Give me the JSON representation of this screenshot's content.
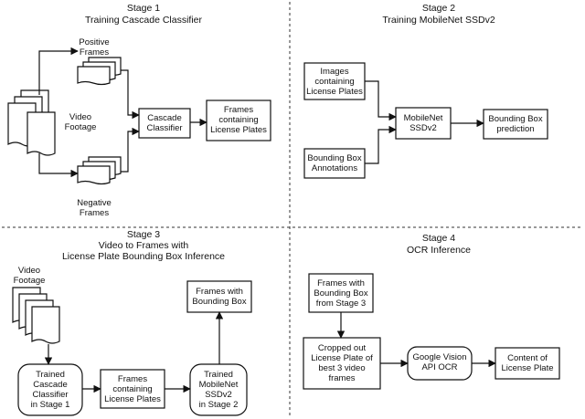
{
  "stages": [
    {
      "title": "Stage 1",
      "subtitle": "Training Cascade Classifier"
    },
    {
      "title": "Stage 2",
      "subtitle": "Training MobileNet SSDv2"
    },
    {
      "title": "Stage 3",
      "subtitle_line1": "Video to Frames with",
      "subtitle_line2": "License Plate Bounding Box Inference"
    },
    {
      "title": "Stage 4",
      "subtitle": "OCR Inference"
    }
  ],
  "stage1": {
    "positive": [
      "Positive",
      "Frames"
    ],
    "negative": [
      "Negative",
      "Frames"
    ],
    "video": [
      "Video",
      "Footage"
    ],
    "cascade": [
      "Cascade",
      "Classifier"
    ],
    "frames_lp": [
      "Frames",
      "containing",
      "License Plates"
    ]
  },
  "stage2": {
    "images": [
      "Images",
      "containing",
      "License Plates"
    ],
    "bbox_ann": [
      "Bounding Box",
      "Annotations"
    ],
    "mobilenet": [
      "MobileNet",
      "SSDv2"
    ],
    "pred": [
      "Bounding Box",
      "prediction"
    ]
  },
  "stage3": {
    "video": [
      "Video",
      "Footage"
    ],
    "trained_cascade": [
      "Trained",
      "Cascade",
      "Classifier",
      "in Stage 1"
    ],
    "frames_lp": [
      "Frames",
      "containing",
      "License Plates"
    ],
    "trained_mobilenet": [
      "Trained",
      "MobileNet",
      "SSDv2",
      "in Stage 2"
    ],
    "frames_bbox": [
      "Frames with",
      "Bounding Box"
    ]
  },
  "stage4": {
    "frames_bbox": [
      "Frames with",
      "Bounding Box",
      "from Stage 3"
    ],
    "cropped": [
      "Cropped out",
      "License Plate of",
      "best 3 video",
      "frames"
    ],
    "google": [
      "Google Vision",
      "API OCR"
    ],
    "content": [
      "Content of",
      "License Plate"
    ]
  }
}
